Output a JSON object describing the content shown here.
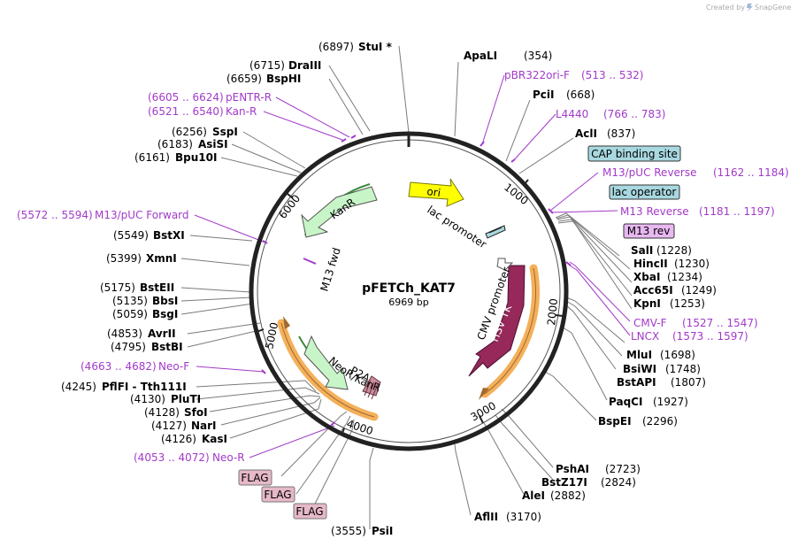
{
  "watermark": {
    "prefix": "Created by",
    "brand": "SnapGene"
  },
  "plasmid": {
    "name": "pFETCh_KAT7",
    "size_label": "6969 bp"
  },
  "colors": {
    "ori": "#ffff00",
    "marker": "#c8f5c8",
    "hsv": "#96285a",
    "primer": "#a23ac9",
    "orange": "#f4b05a",
    "box_blue": "#a8d8e0",
    "box_purple": "#e8b8f0",
    "flag_pink": "#e6b8c8"
  },
  "ruler_ticks": [
    "1000",
    "2000",
    "3000",
    "4000",
    "5000",
    "6000"
  ],
  "features": {
    "ori": "ori",
    "kanr": "KanR",
    "hsv_tk": "HSV TK",
    "lac_promoter": "lac promoter",
    "cmv_promoter": "CMV promoter",
    "m13_fwd": "M13 fwd",
    "neor": "NeoR/KanR",
    "p2a": "P2A"
  },
  "boxes": {
    "cap": "CAP binding site",
    "lacop": "lac operator",
    "m13rev": "M13 rev"
  },
  "flags": [
    "FLAG",
    "FLAG",
    "FLAG"
  ],
  "sites_right": [
    {
      "name": "ApaLI",
      "pos": "(354)"
    },
    {
      "name": "PciI",
      "pos": "(668)"
    },
    {
      "name": "AclI",
      "pos": "(837)"
    },
    {
      "name": "SalI",
      "pos": "(1228)"
    },
    {
      "name": "HincII",
      "pos": "(1230)"
    },
    {
      "name": "XbaI",
      "pos": "(1234)"
    },
    {
      "name": "Acc65I",
      "pos": "(1249)"
    },
    {
      "name": "KpnI",
      "pos": "(1253)"
    },
    {
      "name": "MluI",
      "pos": "(1698)"
    },
    {
      "name": "BsiWI",
      "pos": "(1748)"
    },
    {
      "name": "BstAPI",
      "pos": "(1807)"
    },
    {
      "name": "PaqCI",
      "pos": "(1927)"
    },
    {
      "name": "BspEI",
      "pos": "(2296)"
    },
    {
      "name": "PshAI",
      "pos": "(2723)"
    },
    {
      "name": "BstZ17I",
      "pos": "(2824)"
    },
    {
      "name": "AleI",
      "pos": "(2882)"
    },
    {
      "name": "AflII",
      "pos": "(3170)"
    }
  ],
  "sites_left": [
    {
      "name": "StuI *",
      "pos": "(6897)"
    },
    {
      "name": "DraIII",
      "pos": "(6715)"
    },
    {
      "name": "BspHI",
      "pos": "(6659)"
    },
    {
      "name": "SspI",
      "pos": "(6256)"
    },
    {
      "name": "AsiSI",
      "pos": "(6183)"
    },
    {
      "name": "Bpu10I",
      "pos": "(6161)"
    },
    {
      "name": "BstXI",
      "pos": "(5549)"
    },
    {
      "name": "XmnI",
      "pos": "(5399)"
    },
    {
      "name": "BstEII",
      "pos": "(5175)"
    },
    {
      "name": "BbsI",
      "pos": "(5135)"
    },
    {
      "name": "BsgI",
      "pos": "(5059)"
    },
    {
      "name": "AvrII",
      "pos": "(4853)"
    },
    {
      "name": "BstBI",
      "pos": "(4795)"
    },
    {
      "name": "PflFI  - Tth111I",
      "pos": "(4245)"
    },
    {
      "name": "PluTI",
      "pos": "(4130)"
    },
    {
      "name": "SfoI",
      "pos": "(4128)"
    },
    {
      "name": "NarI",
      "pos": "(4127)"
    },
    {
      "name": "KasI",
      "pos": "(4126)"
    },
    {
      "name": "PsiI",
      "pos": "(3555)"
    }
  ],
  "primers_right": [
    {
      "name": "pBR322ori-F",
      "range": "(513 .. 532)"
    },
    {
      "name": "L4440",
      "range": "(766 .. 783)"
    },
    {
      "name": "M13/pUC Reverse",
      "range": "(1162 .. 1184)"
    },
    {
      "name": "M13 Reverse",
      "range": "(1181 .. 1197)"
    },
    {
      "name": "CMV-F",
      "range": "(1527 .. 1547)"
    },
    {
      "name": "LNCX",
      "range": "(1573 .. 1597)"
    }
  ],
  "primers_left": [
    {
      "name": "pENTR-R",
      "range": "(6605 .. 6624)"
    },
    {
      "name": "Kan-R",
      "range": "(6521 .. 6540)"
    },
    {
      "name": "M13/pUC Forward",
      "range": "(5572 .. 5594)"
    },
    {
      "name": "Neo-F",
      "range": "(4663 .. 4682)"
    },
    {
      "name": "Neo-R",
      "range": "(4053 .. 4072)"
    }
  ]
}
